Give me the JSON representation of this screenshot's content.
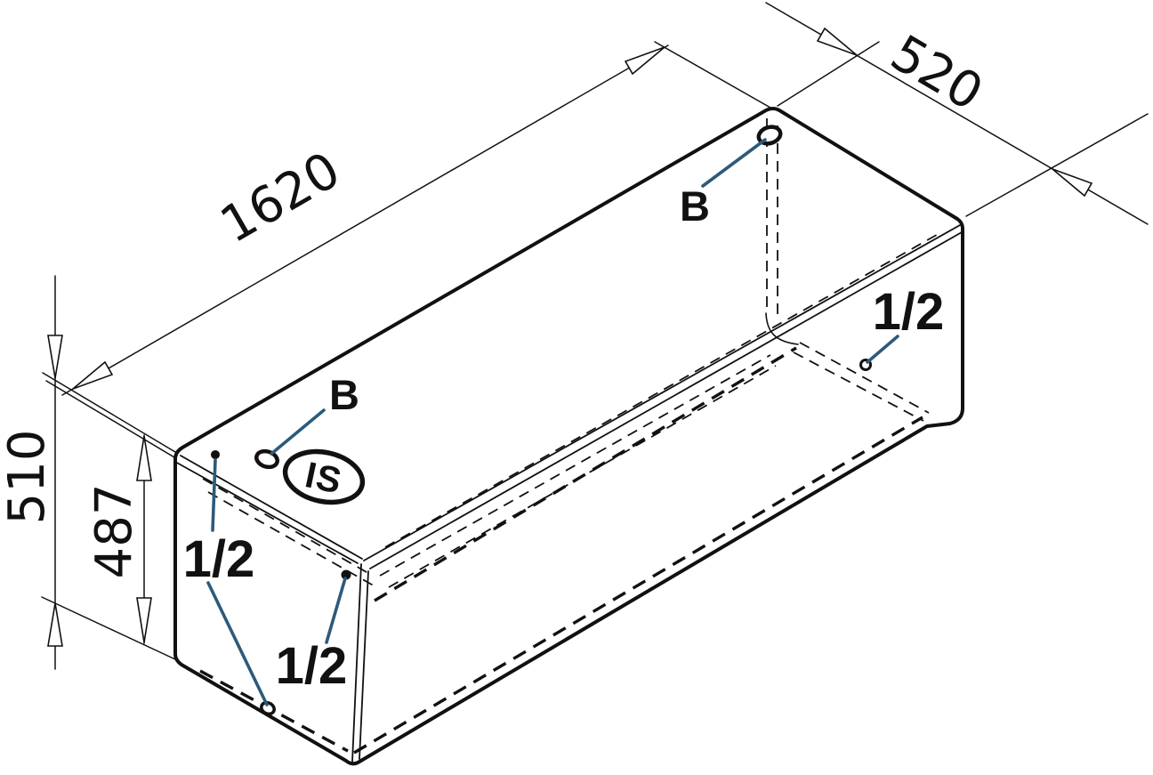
{
  "page": {
    "background": "#ffffff",
    "description": "isometric line drawing of a rectangular tank with dimensions and port labels"
  },
  "colors": {
    "line": "#111111",
    "leader": "#2d5a7a"
  },
  "dims": {
    "length": "1620",
    "width": "520",
    "height_total": "510",
    "height_body": "487"
  },
  "labels": {
    "b_top": "B",
    "b_side": "B",
    "half_left": "1/2",
    "half_front": "1/2",
    "half_right": "1/2"
  },
  "logo": {
    "text": "IS"
  }
}
